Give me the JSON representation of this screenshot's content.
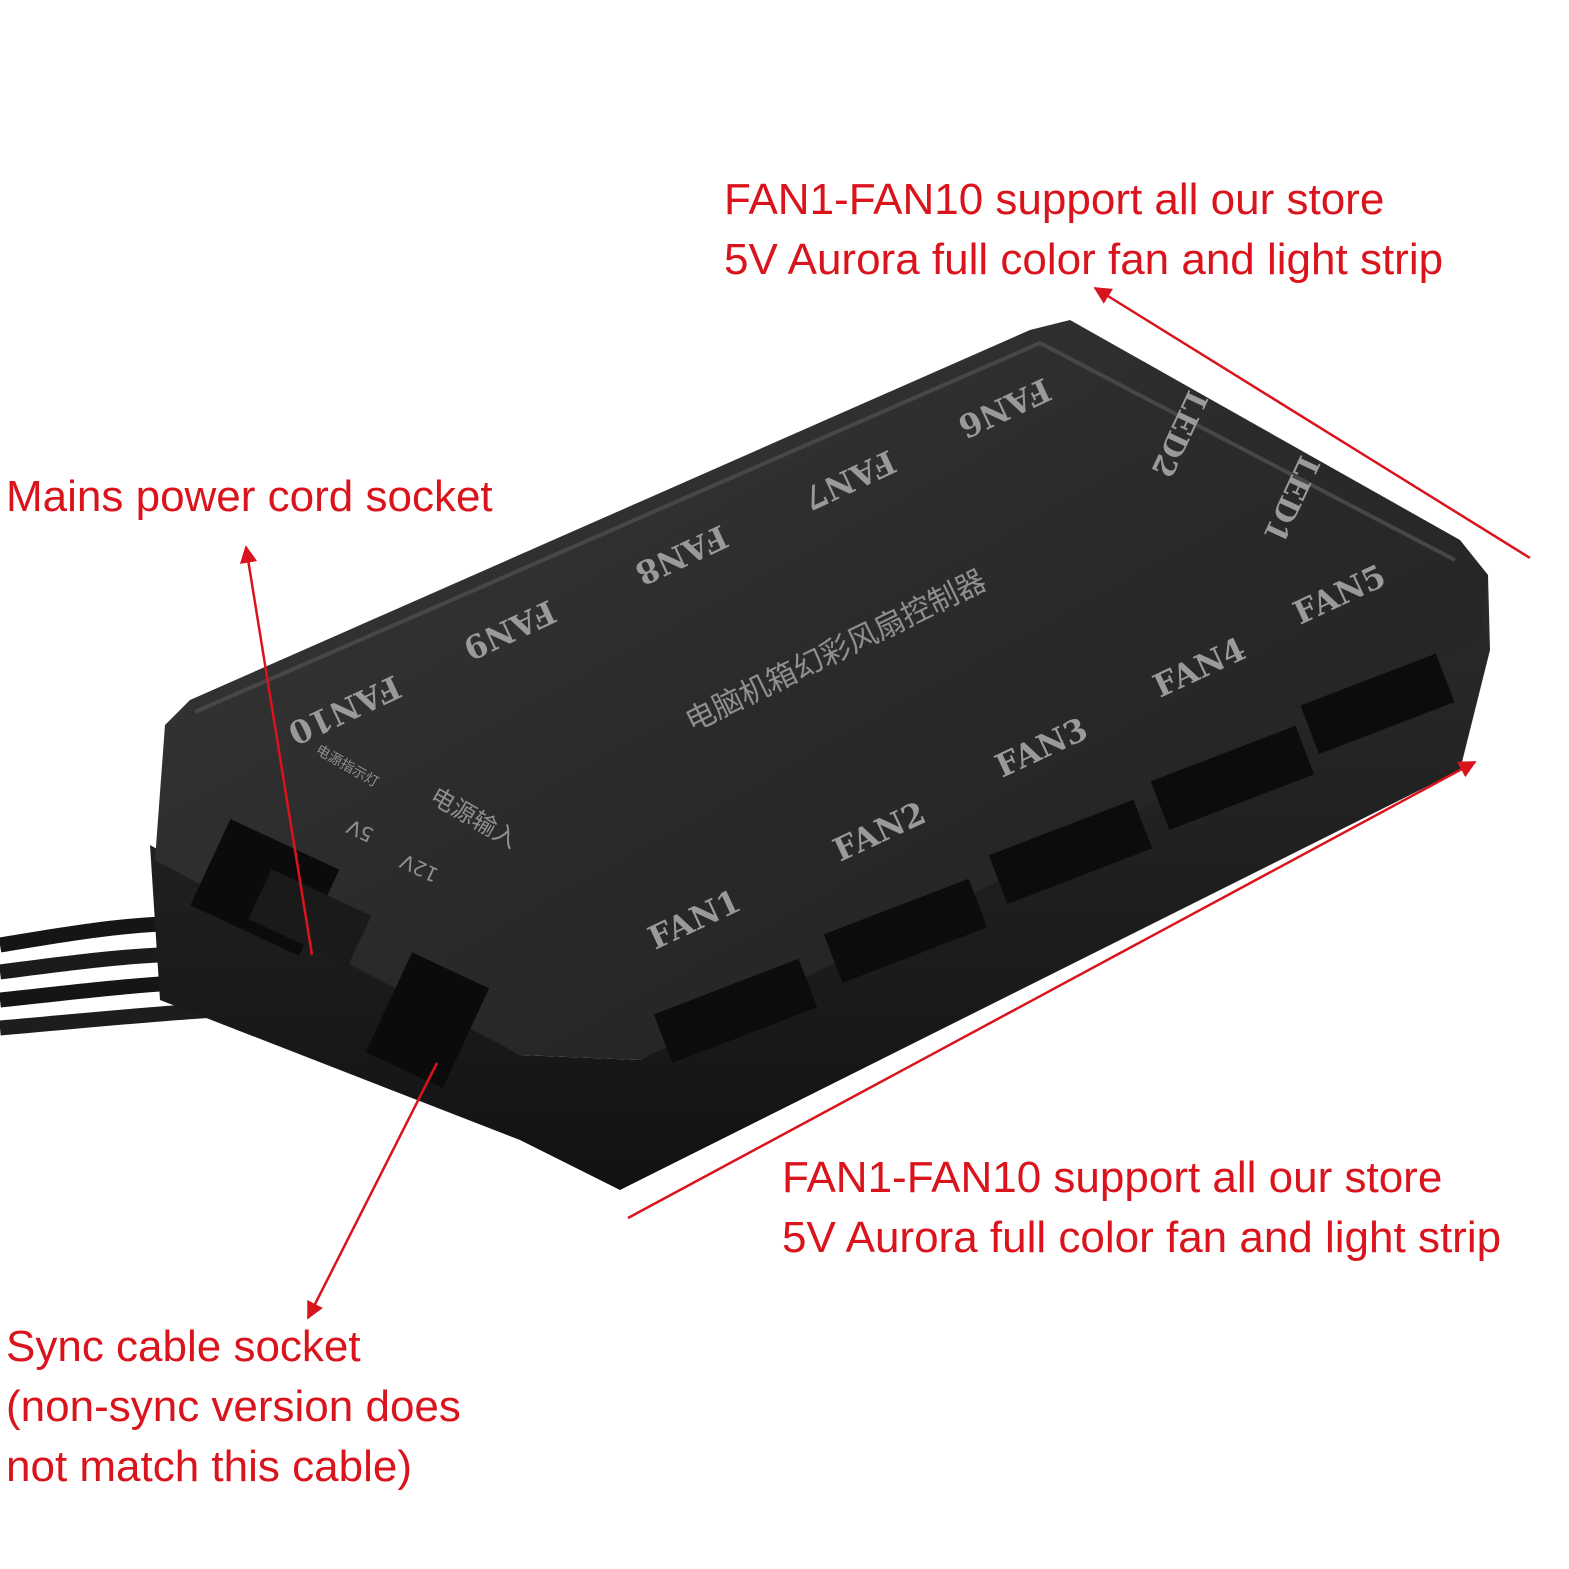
{
  "annotations": {
    "top_support": {
      "line1": "FAN1-FAN10 support all our store",
      "line2": "5V Aurora full color fan and light strip"
    },
    "bottom_support": {
      "line1": "FAN1-FAN10 support all our store",
      "line2": "5V Aurora full color fan and light strip"
    },
    "power_socket": {
      "line1": "Mains power cord socket"
    },
    "sync_socket": {
      "line1": "Sync cable socket",
      "line2": "(non-sync version does",
      "line3": "not match this cable)"
    }
  },
  "device": {
    "ports": {
      "fan1": "FAN1",
      "fan2": "FAN2",
      "fan3": "FAN3",
      "fan4": "FAN4",
      "fan5": "FAN5",
      "fan6": "FAN6",
      "fan7": "FAN7",
      "fan8": "FAN8",
      "fan9": "FAN9",
      "fan10": "FAN10",
      "led1": "LED1",
      "led2": "LED2"
    },
    "product_name_cn": "电脑机箱幻彩风扇控制器",
    "power_input_cn": "电源输入",
    "sync_light_cn": "电源指示灯",
    "voltage_5v": "5V",
    "voltage_12v": "12V"
  },
  "colors": {
    "annotation_red": "#d9141c",
    "device_body": "#1f1f1f"
  }
}
